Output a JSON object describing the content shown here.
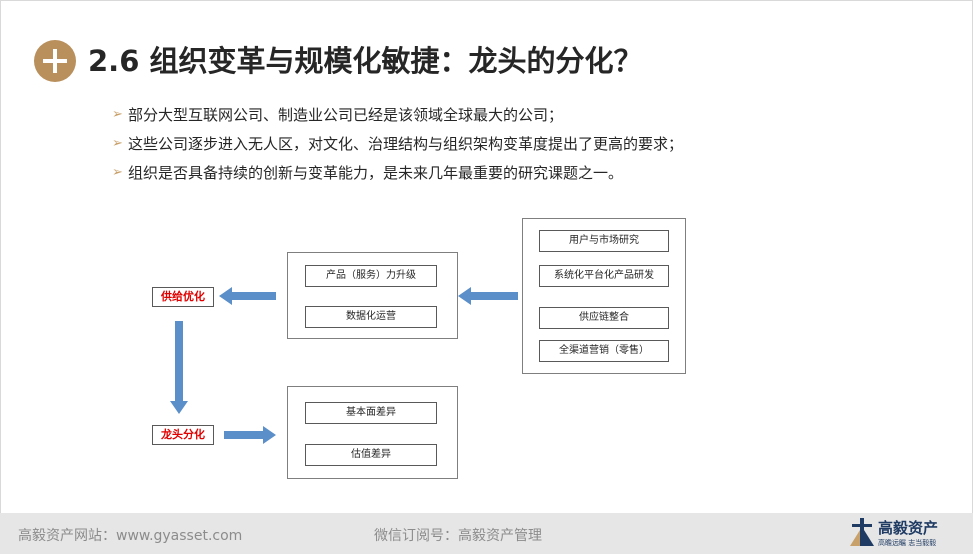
{
  "header": {
    "title": "2.6 组织变革与规模化敏捷：龙头的分化？"
  },
  "bullets": [
    "部分大型互联网公司、制造业公司已经是该领域全球最大的公司；",
    "这些公司逐步进入无人区，对文化、治理结构与组织架构变革度提出了更高的要求；",
    "组织是否具备持续的创新与变革能力，是未来几年最重要的研究课题之一。"
  ],
  "bullet_marker": "➢",
  "diagram": {
    "right_group": [
      "用户与市场研究",
      "系统化平台化产品研发",
      "供应链整合",
      "全渠道营销（零售）"
    ],
    "middle_group": [
      "产品（服务）力升级",
      "数据化运营"
    ],
    "bottom_group": [
      "基本面差异",
      "估值差异"
    ],
    "label_supply": "供给优化",
    "label_leader": "龙头分化",
    "arrow_color": "#5b8fc9",
    "label_color": "#e00000"
  },
  "footer": {
    "website": "高毅资产网站：www.gyasset.com",
    "wechat": "微信订阅号：高毅资产管理",
    "logo_name": "高毅资产",
    "logo_slogan": "高瞻远瞩  志当毅毅"
  }
}
